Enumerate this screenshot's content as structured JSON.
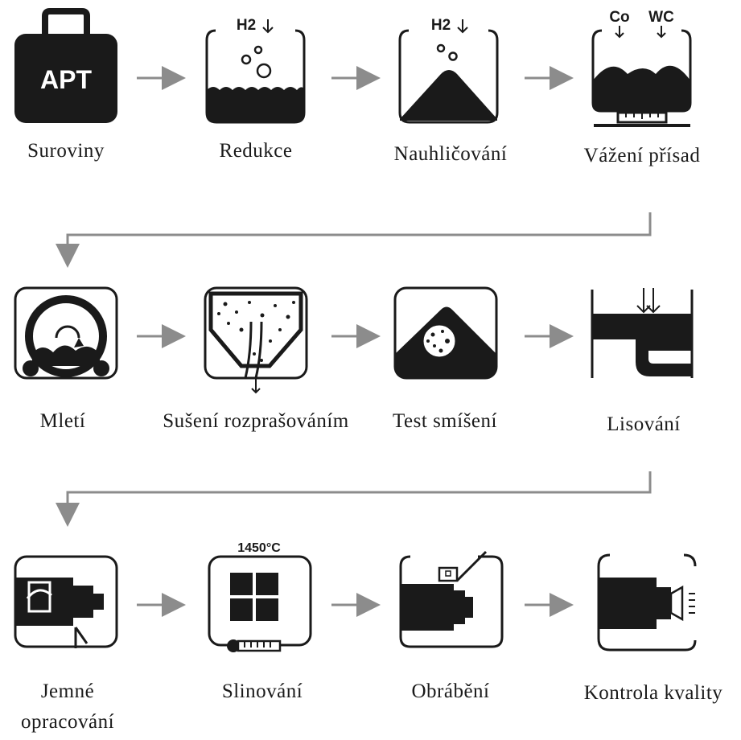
{
  "steps": [
    {
      "label": "Suroviny",
      "icon": "apt-bag-icon",
      "icon_text": "APT"
    },
    {
      "label": "Redukce",
      "icon": "reduction-icon",
      "icon_text": "H2"
    },
    {
      "label": "Nauhličování",
      "icon": "carburization-icon",
      "icon_text": "H2"
    },
    {
      "label": "Vážení přísad",
      "icon": "weighing-icon",
      "icon_text_1": "Co",
      "icon_text_2": "WC"
    },
    {
      "label": "Mletí",
      "icon": "milling-icon"
    },
    {
      "label": "Sušení rozprašováním",
      "icon": "spray-drying-icon"
    },
    {
      "label": "Test smíšení",
      "icon": "mixing-test-icon"
    },
    {
      "label": "Lisování",
      "icon": "pressing-icon"
    },
    {
      "label_line1": "Jemné",
      "label_line2": "opracování",
      "icon": "fine-machining-icon"
    },
    {
      "label": "Slinování",
      "icon": "sintering-icon",
      "icon_text": "1450°C"
    },
    {
      "label": "Obrábění",
      "icon": "machining-icon"
    },
    {
      "label": "Kontrola kvality",
      "icon": "quality-control-icon"
    }
  ],
  "colors": {
    "ink": "#1a1a1a",
    "arrow": "#8c8c8c"
  }
}
